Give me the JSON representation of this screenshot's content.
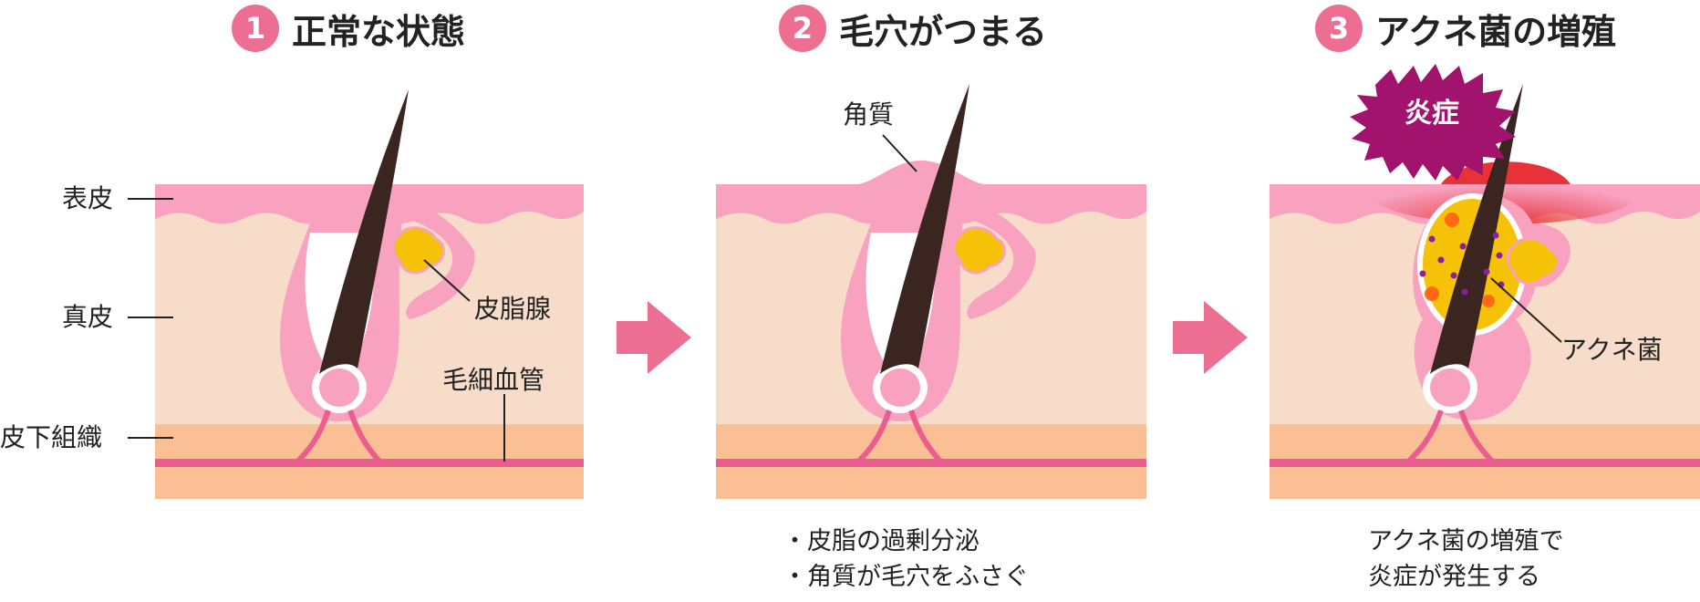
{
  "steps": [
    {
      "number": "1",
      "title": "正常な状態"
    },
    {
      "number": "2",
      "title": "毛穴がつまる"
    },
    {
      "number": "3",
      "title": "アクネ菌の増殖"
    }
  ],
  "layer_labels": {
    "epidermis": "表皮",
    "dermis": "真皮",
    "subcutaneous": "皮下組織"
  },
  "part_labels": {
    "sebaceous_gland": "皮脂腺",
    "capillary": "毛細血管",
    "keratin": "角質",
    "acne_bacteria": "アクネ菌",
    "inflammation": "炎症"
  },
  "notes": {
    "step2": [
      "・皮脂の過剰分泌",
      "・角質が毛穴をふさぐ"
    ],
    "step3": [
      "アクネ菌の増殖で",
      "炎症が発生する"
    ]
  },
  "colors": {
    "step_circle": "#ec6e93",
    "epidermis": "#f8a2c0",
    "dermis": "#f6dcc9",
    "subcutaneous": "#fbbf96",
    "vessel": "#ec5d8f",
    "hair": "#3a2520",
    "sebum": "#f6c207",
    "inflammation_burst": "#a1136d",
    "inflammation_red": "#e8323a",
    "arrow": "#ec6e93"
  }
}
